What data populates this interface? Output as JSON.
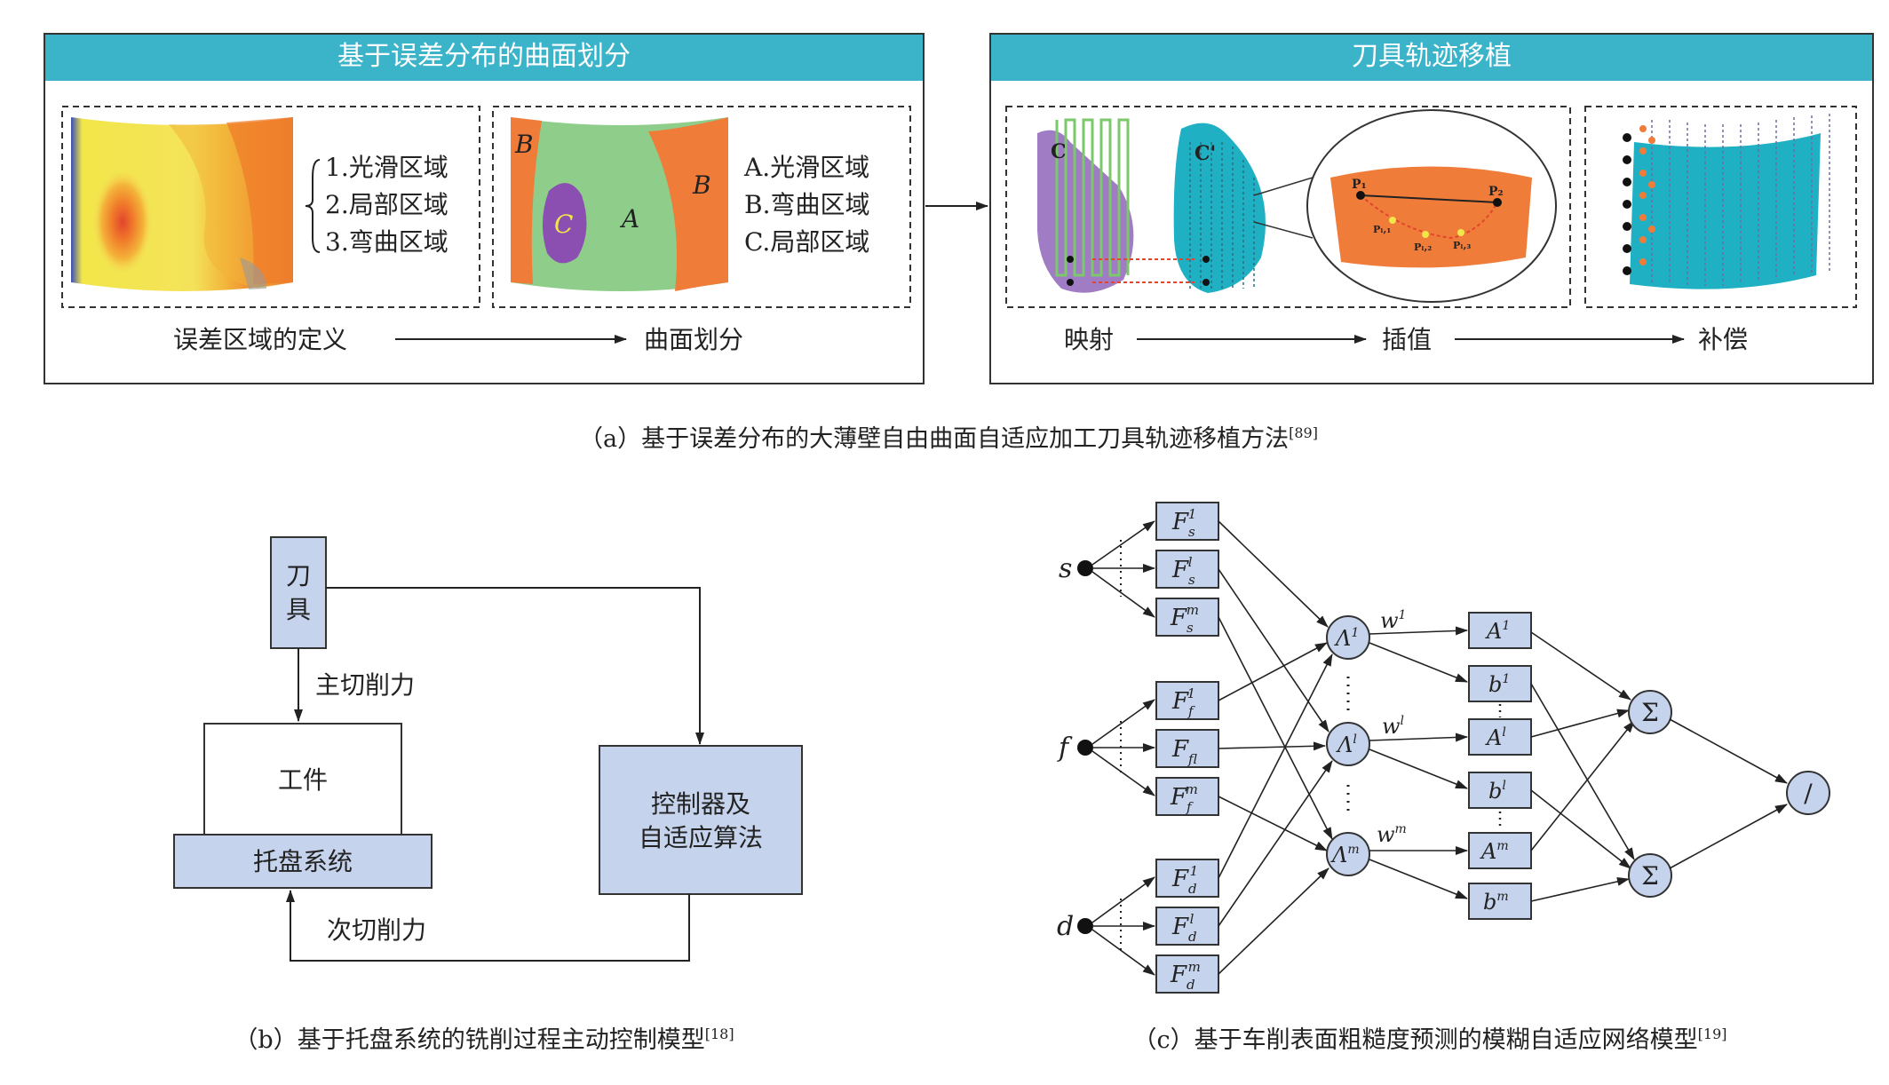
{
  "panel_a": {
    "left_title": "基于误差分布的曲面划分",
    "right_title": "刀具轨迹移植",
    "region_list": [
      "1.光滑区域",
      "2.局部区域",
      "3.弯曲区域"
    ],
    "partition_labels": {
      "A": "A",
      "B": "B",
      "C": "C"
    },
    "partition_list": [
      "A.光滑区域",
      "B.弯曲区域",
      "C.局部区域"
    ],
    "left_steps": [
      "误差区域的定义",
      "曲面划分"
    ],
    "right_steps": [
      "映射",
      "插值",
      "补偿"
    ],
    "mapping_labels": {
      "c": "C",
      "c_prime": "C'"
    },
    "interp_points": {
      "p1": "P₁",
      "p2": "P₂",
      "pl1": "Pₗ,₁",
      "pl2": "Pₗ,₂",
      "pl3": "Pₗ,₃"
    },
    "caption": "（a）基于误差分布的大薄壁自由曲面自适应加工刀具轨迹移植方法",
    "caption_ref": "[89]",
    "colors": {
      "header": "#3bb3c9",
      "green": "#8fce8a",
      "orange": "#f07c3a",
      "purple": "#8a4fb0",
      "cyan": "#1fb0c4",
      "yellow": "#f2e64a",
      "red": "#e2452c"
    }
  },
  "panel_b": {
    "tool": [
      "刀",
      "具"
    ],
    "main_force": "主切削力",
    "workpiece": "工件",
    "pallet": "托盘系统",
    "controller": [
      "控制器及",
      "自适应算法"
    ],
    "secondary_force": "次切削力",
    "caption": "（b）基于托盘系统的铣削过程主动控制模型",
    "caption_ref": "[18]",
    "box_color": "#c5d3ec"
  },
  "panel_c": {
    "inputs": [
      "s",
      "f",
      "d"
    ],
    "caption": "（c）基于车削表面粗糙度预测的模糊自适应网络模型",
    "caption_ref": "[19]",
    "node_color": "#c5d3ec",
    "sum_symbol": "Σ",
    "div_symbol": "/"
  }
}
